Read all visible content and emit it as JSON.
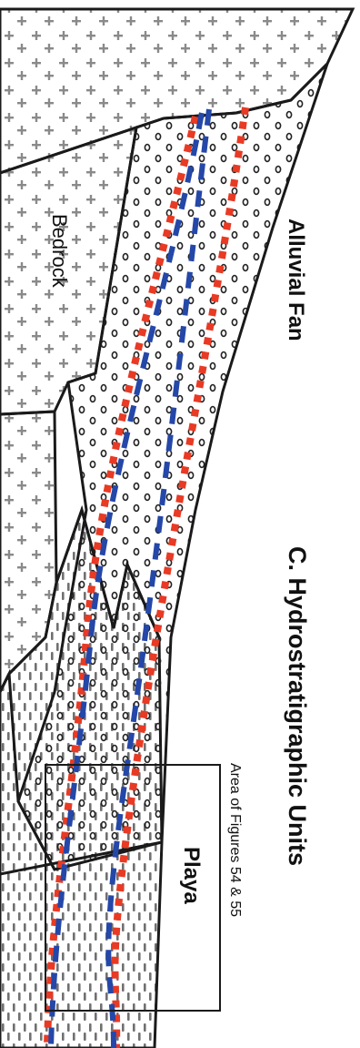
{
  "figure": {
    "title": "C. Hydrostratigraphic Units",
    "inset_label": "Area of Figures 54 & 55",
    "units": {
      "bedrock": "Bedrock",
      "alluvial_fan": "Alluvial Fan",
      "playa": "Playa"
    }
  },
  "colors": {
    "outline": "#1a1a1a",
    "bedrock_cross": "#8a8a8a",
    "fan_circle": "#222222",
    "playa_dash": "#6f6f6f",
    "red_dotted_line": "#e83a24",
    "blue_dashed_line": "#2447a8"
  }
}
